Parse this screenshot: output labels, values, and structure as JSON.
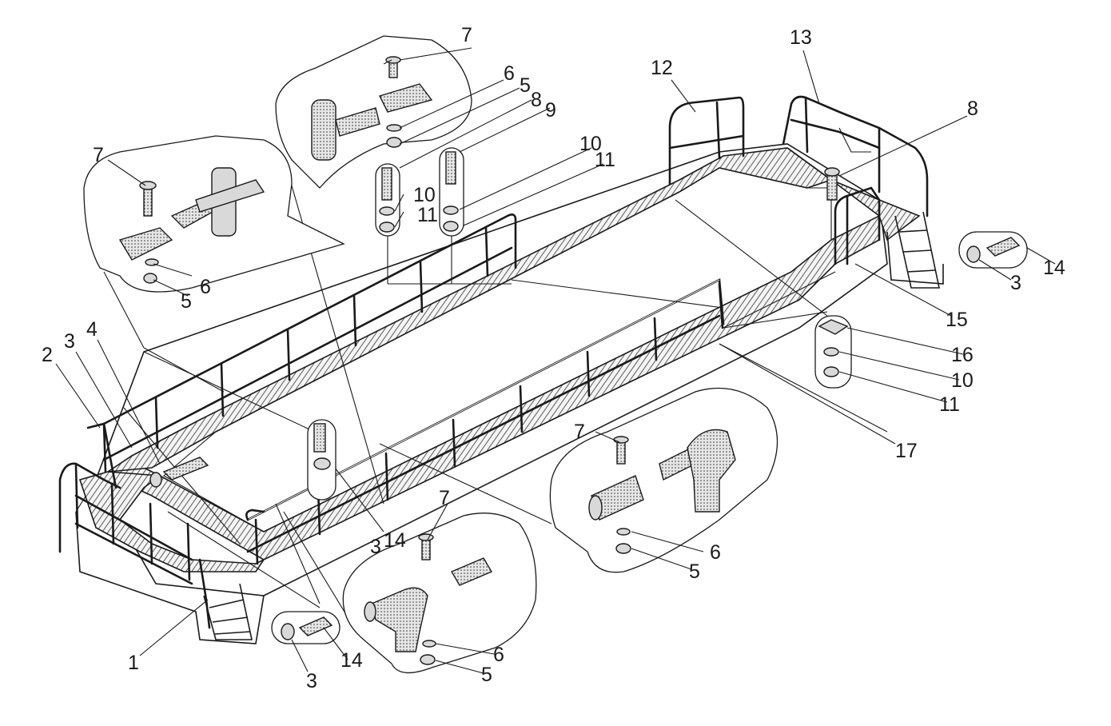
{
  "labels": {
    "l1": "1",
    "l2": "2",
    "l3a": "3",
    "l3b": "3",
    "l3c": "3",
    "l3d": "3",
    "l4": "4",
    "l5a": "5",
    "l5b": "5",
    "l5c": "5",
    "l5d": "5",
    "l6a": "6",
    "l6b": "6",
    "l6c": "6",
    "l6d": "6",
    "l7a": "7",
    "l7b": "7",
    "l7c": "7",
    "l7d": "7",
    "l8a": "8",
    "l8b": "8",
    "l9": "9",
    "l10a": "10",
    "l10b": "10",
    "l10c": "10",
    "l11a": "11",
    "l11b": "11",
    "l11c": "11",
    "l12": "12",
    "l13": "13",
    "l14a": "14",
    "l14b": "14",
    "l14c": "14",
    "l15": "15",
    "l16": "16",
    "l17": "17"
  }
}
